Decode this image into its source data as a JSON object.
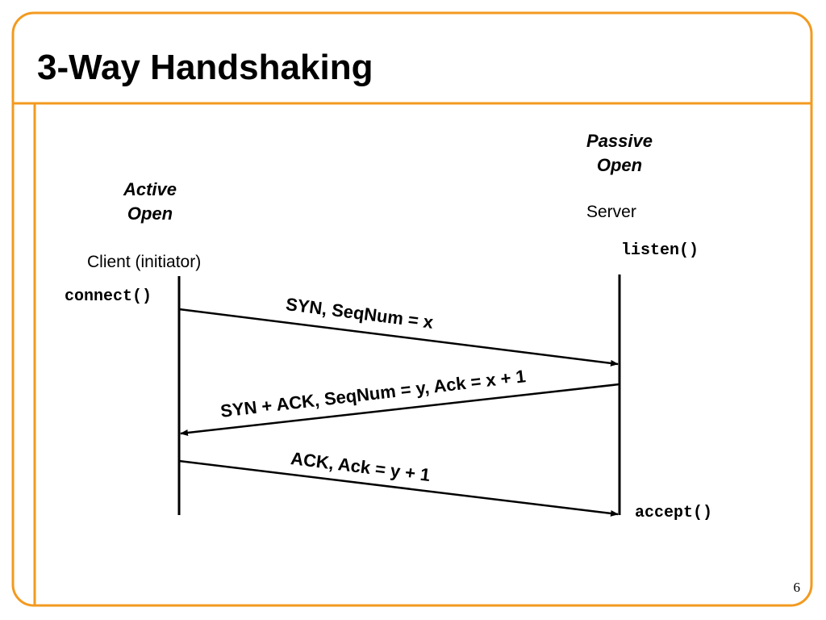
{
  "slide": {
    "title": "3-Way Handshaking",
    "page_number": "6",
    "accent_color": "#f39a1f"
  },
  "client": {
    "mode": "Active\nOpen",
    "mode_line1": "Active",
    "mode_line2": "Open",
    "name": "Client (initiator)",
    "call": "connect()"
  },
  "server": {
    "mode_line1": "Passive",
    "mode_line2": "Open",
    "name": "Server",
    "listen_call": "listen()",
    "accept_call": "accept()"
  },
  "messages": [
    {
      "label": "SYN, SeqNum = x",
      "direction": "client-to-server"
    },
    {
      "label": "SYN + ACK, SeqNum = y, Ack = x + 1",
      "direction": "server-to-client"
    },
    {
      "label": "ACK, Ack = y + 1",
      "direction": "client-to-server"
    }
  ]
}
